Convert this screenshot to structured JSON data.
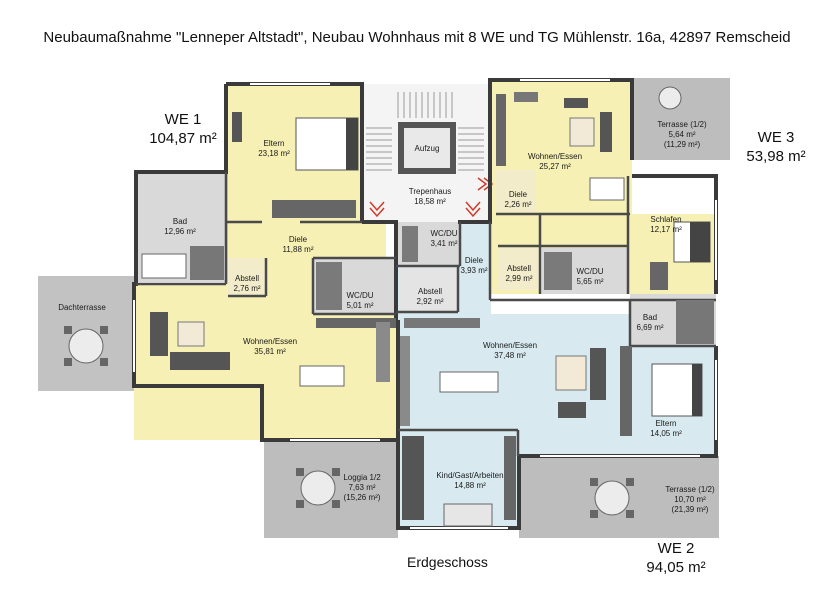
{
  "title": "Neubaumaßnahme \"Lenneper Altstadt\", Neubau Wohnhaus mit 8 WE und TG Mühlenstr. 16a, 42897 Remscheid",
  "floor": "Erdgeschoss",
  "units": [
    {
      "name": "WE 1",
      "area": "104,87 m²"
    },
    {
      "name": "WE 3",
      "area": "53,98 m²"
    },
    {
      "name": "WE 2",
      "area": "94,05 m²"
    }
  ],
  "rooms": {
    "eltern1": {
      "name": "Eltern",
      "area": "23,18 m²"
    },
    "bad1": {
      "name": "Bad",
      "area": "12,96 m²"
    },
    "diele1": {
      "name": "Diele",
      "area": "11,88 m²"
    },
    "abstell1": {
      "name": "Abstell",
      "area": "2,76 m²"
    },
    "wcdu1": {
      "name": "WC/DU",
      "area": "5,01 m²"
    },
    "wohnen1": {
      "name": "Wohnen/Essen",
      "area": "35,81 m²"
    },
    "dachterrasse": {
      "name": "Dachterrasse"
    },
    "loggia": {
      "name": "Loggia 1/2",
      "area": "7,63 m²",
      "area2": "(15,26 m²)"
    },
    "aufzug": {
      "name": "Aufzug"
    },
    "treppenhaus": {
      "name": "Trepenhaus",
      "area": "18,58 m²"
    },
    "wcdu2": {
      "name": "WC/DU",
      "area": "3,41 m²"
    },
    "diele2": {
      "name": "Diele",
      "area": "3,93 m²"
    },
    "abstell2": {
      "name": "Abstell",
      "area": "2,92 m²"
    },
    "wohnen2": {
      "name": "Wohnen/Essen",
      "area": "37,48 m²"
    },
    "kind": {
      "name": "Kind/Gast/Arbeiten",
      "area": "14,88 m²"
    },
    "wohnen3": {
      "name": "Wohnen/Essen",
      "area": "25,27 m²"
    },
    "diele3": {
      "name": "Diele",
      "area": "2,26 m²"
    },
    "abstell3": {
      "name": "Abstell",
      "area": "2,99 m²"
    },
    "wcdu3": {
      "name": "WC/DU",
      "area": "5,65 m²"
    },
    "schlafen": {
      "name": "Schlafen",
      "area": "12,17 m²"
    },
    "terrasse3": {
      "name": "Terrasse (1/2)",
      "area": "5,64 m²",
      "area2": "(11,29 m²)"
    },
    "bad2": {
      "name": "Bad",
      "area": "6,69 m²"
    },
    "eltern2": {
      "name": "Eltern",
      "area": "14,05 m²"
    },
    "terrasse2": {
      "name": "Terrasse (1/2)",
      "area": "10,70 m²",
      "area2": "(21,39 m²)"
    }
  },
  "colors": {
    "we1": "#f6f0b4",
    "we2": "#d8eaf0",
    "we3": "#f6f0b4",
    "wet": "#d9d9d9",
    "terrace": "#b9b9b9",
    "wall": "#3a3a3a",
    "stair": "#eeeeee",
    "stair_arrow": "#d23a2a"
  }
}
